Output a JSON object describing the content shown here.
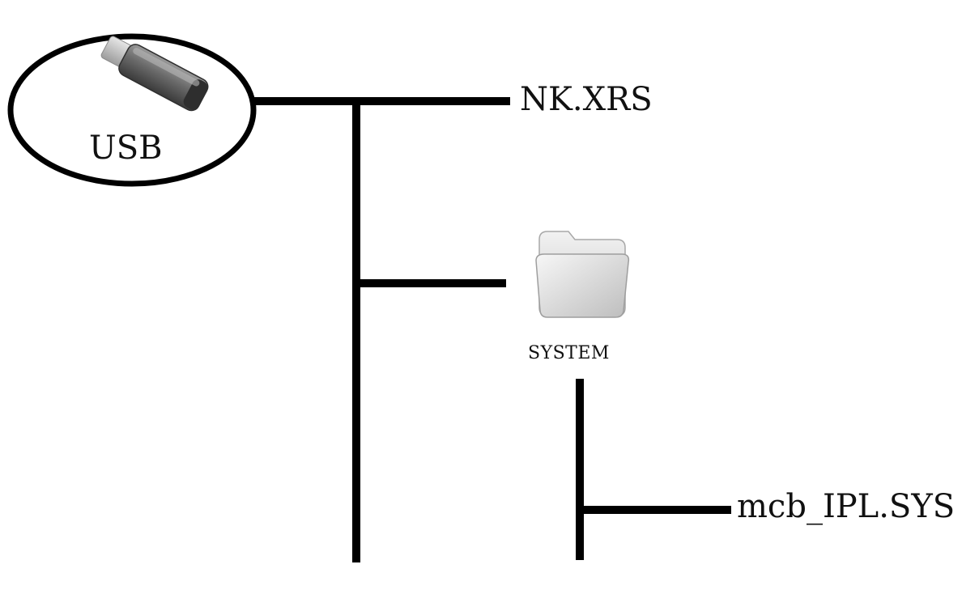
{
  "root": {
    "label": "USB",
    "icon": "usb-drive-icon"
  },
  "children": [
    {
      "label": "NK.XRS",
      "type": "file"
    },
    {
      "label": "SYSTEM",
      "type": "folder",
      "icon": "folder-icon",
      "children": [
        {
          "label": "mcb_IPL.SYS",
          "type": "file"
        }
      ]
    }
  ],
  "colors": {
    "line": "#000000",
    "text": "#111111",
    "background": "#ffffff"
  }
}
